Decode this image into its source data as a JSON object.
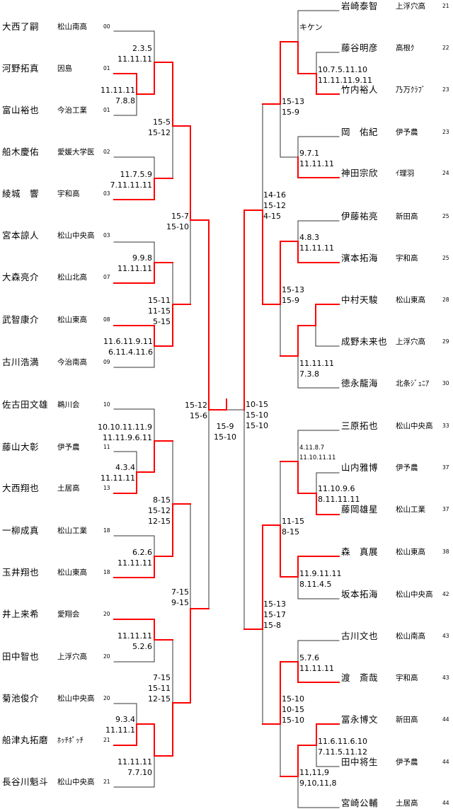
{
  "colors": {
    "winner_line": "#ff0000",
    "line": "#333333"
  },
  "left_players": [
    {
      "name": "大西了嗣",
      "school": "松山南高",
      "number": "00"
    },
    {
      "name": "河野拓真",
      "school": "因島",
      "number": "01"
    },
    {
      "name": "富山裕也",
      "school": "今治工業",
      "number": "01"
    },
    {
      "name": "船木慶佑",
      "school": "愛媛大学医",
      "number": "02"
    },
    {
      "name": "綾城　響",
      "school": "宇和高",
      "number": "03"
    },
    {
      "name": "宮本諒人",
      "school": "松山中央高",
      "number": "03"
    },
    {
      "name": "大森亮介",
      "school": "松山北高",
      "number": "07"
    },
    {
      "name": "武智康介",
      "school": "松山東高",
      "number": "08"
    },
    {
      "name": "古川浩満",
      "school": "今治南高",
      "number": "09"
    },
    {
      "name": "佐古田文雄",
      "school": "鵜川会",
      "number": "10"
    },
    {
      "name": "藤山大彰",
      "school": "伊予農",
      "number": "11"
    },
    {
      "name": "大西翔也",
      "school": "土居高",
      "number": "13"
    },
    {
      "name": "一柳成真",
      "school": "松山工業",
      "number": "18"
    },
    {
      "name": "玉井翔也",
      "school": "松山東高",
      "number": "18"
    },
    {
      "name": "井上来希",
      "school": "愛翔会",
      "number": "20"
    },
    {
      "name": "田中智也",
      "school": "上浮穴高",
      "number": "20"
    },
    {
      "name": "菊池俊介",
      "school": "松山中央高",
      "number": "20"
    },
    {
      "name": "船津丸拓磨",
      "school": "ﾎｯﾁﾎﾟｯﾁ",
      "number": "21"
    },
    {
      "name": "長谷川魁斗",
      "school": "松山中央高",
      "number": "21"
    }
  ],
  "right_players": [
    {
      "name": "岩崎泰智",
      "school": "上浮穴高",
      "number": "21"
    },
    {
      "name": "藤谷明彦",
      "school": "高根ｸ",
      "number": "22"
    },
    {
      "name": "竹内裕人",
      "school": "乃万ｸﾗﾌﾞ",
      "number": "23"
    },
    {
      "name": "岡　佑紀",
      "school": "伊予農",
      "number": "23"
    },
    {
      "name": "神田宗欣",
      "school": "ｲ理羽",
      "number": "24"
    },
    {
      "name": "伊藤祐亮",
      "school": "新田高",
      "number": "25"
    },
    {
      "name": "濱本拓海",
      "school": "宇和高",
      "number": "25"
    },
    {
      "name": "中村天駿",
      "school": "松山東高",
      "number": "28"
    },
    {
      "name": "成野未来也",
      "school": "上浮穴高",
      "number": "29"
    },
    {
      "name": "徳永龍海",
      "school": "北条ｼﾞｭﾆｱ",
      "number": "30"
    },
    {
      "name": "三原拓也",
      "school": "松山中央高",
      "number": "33"
    },
    {
      "name": "山内雅博",
      "school": "伊予農",
      "number": "37"
    },
    {
      "name": "藤岡雄星",
      "school": "松山工業",
      "number": "37"
    },
    {
      "name": "森　真展",
      "school": "松山東高",
      "number": "38"
    },
    {
      "name": "坂本拓海",
      "school": "松山中央高",
      "number": "42"
    },
    {
      "name": "古川文也",
      "school": "松山南高",
      "number": "43"
    },
    {
      "name": "渡　斎哉",
      "school": "宇和高",
      "number": "43"
    },
    {
      "name": "冨永博文",
      "school": "新田高",
      "number": "44"
    },
    {
      "name": "田中将生",
      "school": "伊予農",
      "number": "44"
    },
    {
      "name": "宮崎公輔",
      "school": "土居高",
      "number": "44"
    }
  ],
  "left_scores": [
    [
      "2.3.5",
      "11.11.11"
    ],
    [
      "11.11.11",
      "7.8.8"
    ],
    [
      "15-5",
      "15-12"
    ],
    [
      "11.7.5.9",
      "7.11.11.11"
    ],
    [
      "15-7",
      "15-10"
    ],
    [
      "9.9.8",
      "11.11.11"
    ],
    [
      "11.6.11.9.11",
      "6.11.4.11.6"
    ],
    [
      "15-11",
      "11-15",
      "5-15"
    ],
    [
      "15-12",
      "15-6"
    ],
    [
      "10.10.11.11.9",
      "11.11.9.6.11"
    ],
    [
      "4.3.4",
      "11.11.11"
    ],
    [
      "8-15",
      "15-12",
      "12-15"
    ],
    [
      "6.2.6",
      "11.11.11"
    ],
    [
      "7-15",
      "9-15"
    ],
    [
      "11.11.11",
      "5.2.6"
    ],
    [
      "7-15",
      "15-11",
      "12-15"
    ],
    [
      "9.3.4",
      "11.11.1"
    ],
    [
      "11.11.11",
      "7.7.10"
    ]
  ],
  "final_score": [
    "15-9",
    "15-10"
  ],
  "right_scores": [
    [
      "キケン"
    ],
    [
      "10.7.5.11.10",
      "11.11.11.9.11"
    ],
    [
      "15-13",
      "15-9"
    ],
    [
      "9.7.1",
      "11.11.11"
    ],
    [
      "14-16",
      "15-12",
      "4-15"
    ],
    [
      "4.8.3",
      "11.11.11"
    ],
    [
      "15-13",
      "15-9"
    ],
    [
      "11.11.11",
      "7.3.8"
    ],
    [
      "10-15",
      "15-10",
      "15-10"
    ],
    [
      "4.11.8.7",
      "11.10.11.11"
    ],
    [
      "11.10.9.6",
      "8.11.11.11"
    ],
    [
      "11-15",
      "8-15"
    ],
    [
      "11.9.11.11",
      "8.11.4.5"
    ],
    [
      "15-13",
      "15-17",
      "15-8"
    ],
    [
      "5.7.6",
      "11.11.11"
    ],
    [
      "15-10",
      "10-15",
      "15-10"
    ],
    [
      "11.6.11.6.10",
      "7.11.5.11.12"
    ],
    [
      "11,11,9",
      "9,10,11,8"
    ]
  ]
}
